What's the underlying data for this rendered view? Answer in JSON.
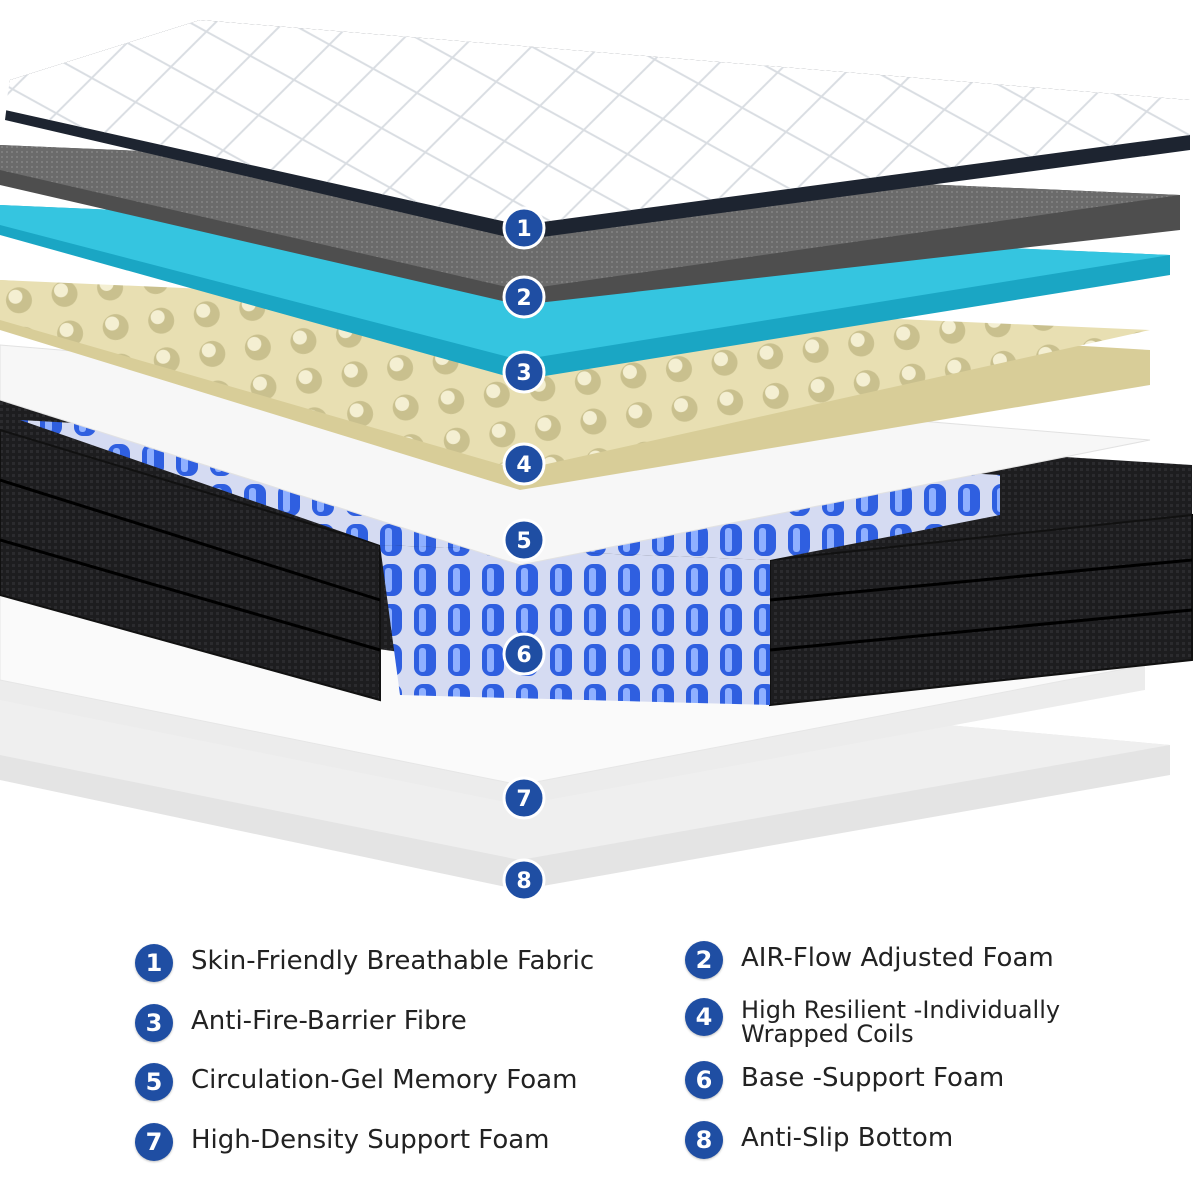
{
  "accent_color": "#1f4ea3",
  "layer_markers": [
    "1",
    "2",
    "3",
    "4",
    "5",
    "6",
    "7",
    "8"
  ],
  "legend": [
    {
      "num": "1",
      "label": "Skin-Friendly Breathable Fabric"
    },
    {
      "num": "2",
      "label": "AIR-Flow Adjusted Foam"
    },
    {
      "num": "3",
      "label": "Anti-Fire-Barrier Fibre"
    },
    {
      "num": "4",
      "label_line1": "High Resilient -Individually",
      "label_line2": "Wrapped Coils"
    },
    {
      "num": "5",
      "label": "Circulation-Gel Memory Foam"
    },
    {
      "num": "6",
      "label": "Base -Support Foam"
    },
    {
      "num": "7",
      "label": "High-Density Support Foam"
    },
    {
      "num": "8",
      "label": "Anti-Slip Bottom"
    }
  ]
}
